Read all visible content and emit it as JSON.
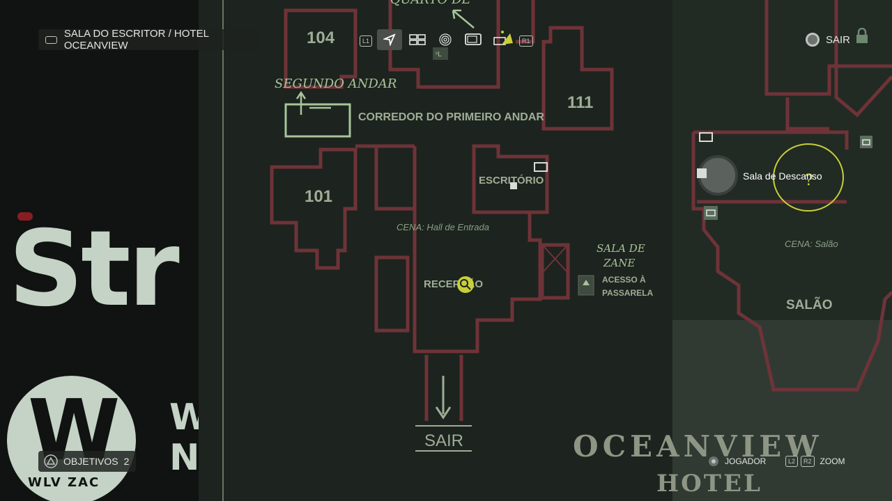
{
  "header": {
    "breadcrumb": "SALA DO ESCRITOR / HOTEL OCEANVIEW",
    "exit_label": "SAIR",
    "toolbar": {
      "left_bumper": "L1",
      "right_bumper": "R1",
      "tools": [
        "navigate-tool",
        "cards-tool",
        "fingerprint-tool",
        "tv-tool",
        "case-tool"
      ]
    }
  },
  "map": {
    "rooms": {
      "r104": "104",
      "r111": "111",
      "r101": "101",
      "escritorio": "ESCRITÓRIO",
      "recepcao": "RECEPÇÃO",
      "corredor": "CORREDOR DO PRIMEIRO ANDAR",
      "salao": "SALÃO",
      "sala_de_zane_line1": "SALA DE",
      "sala_de_zane_line2": "ZANE",
      "acesso_line1": "ACESSO À",
      "acesso_line2": "PASSARELA",
      "quarto_partial": "QUARTO DE",
      "segundo_andar": "SEGUNDO ANDAR",
      "sair": "SAIR"
    },
    "scenes": {
      "hall": "CENA: Hall de Entrada",
      "salao": "CENA: Salão"
    },
    "cursor_tooltip": "Sala de Descanso",
    "brand_line1": "OCEANVIEW",
    "brand_line2": "HOTEL"
  },
  "poster": {
    "big_text": "Str",
    "logo_letter": "W",
    "side_line1": "W",
    "side_line2": "N",
    "logo_caption": "WLV ZAC"
  },
  "footer": {
    "objectives_label": "OBJETIVOS",
    "objectives_count": "2",
    "player_label": "JOGADOR",
    "zoom_label": "ZOOM",
    "l2": "L2",
    "r2": "R2"
  },
  "colors": {
    "walls": "#6e3338",
    "background": "#1b211c",
    "highlight": "#c8cf3a",
    "text": "#9fad96"
  }
}
